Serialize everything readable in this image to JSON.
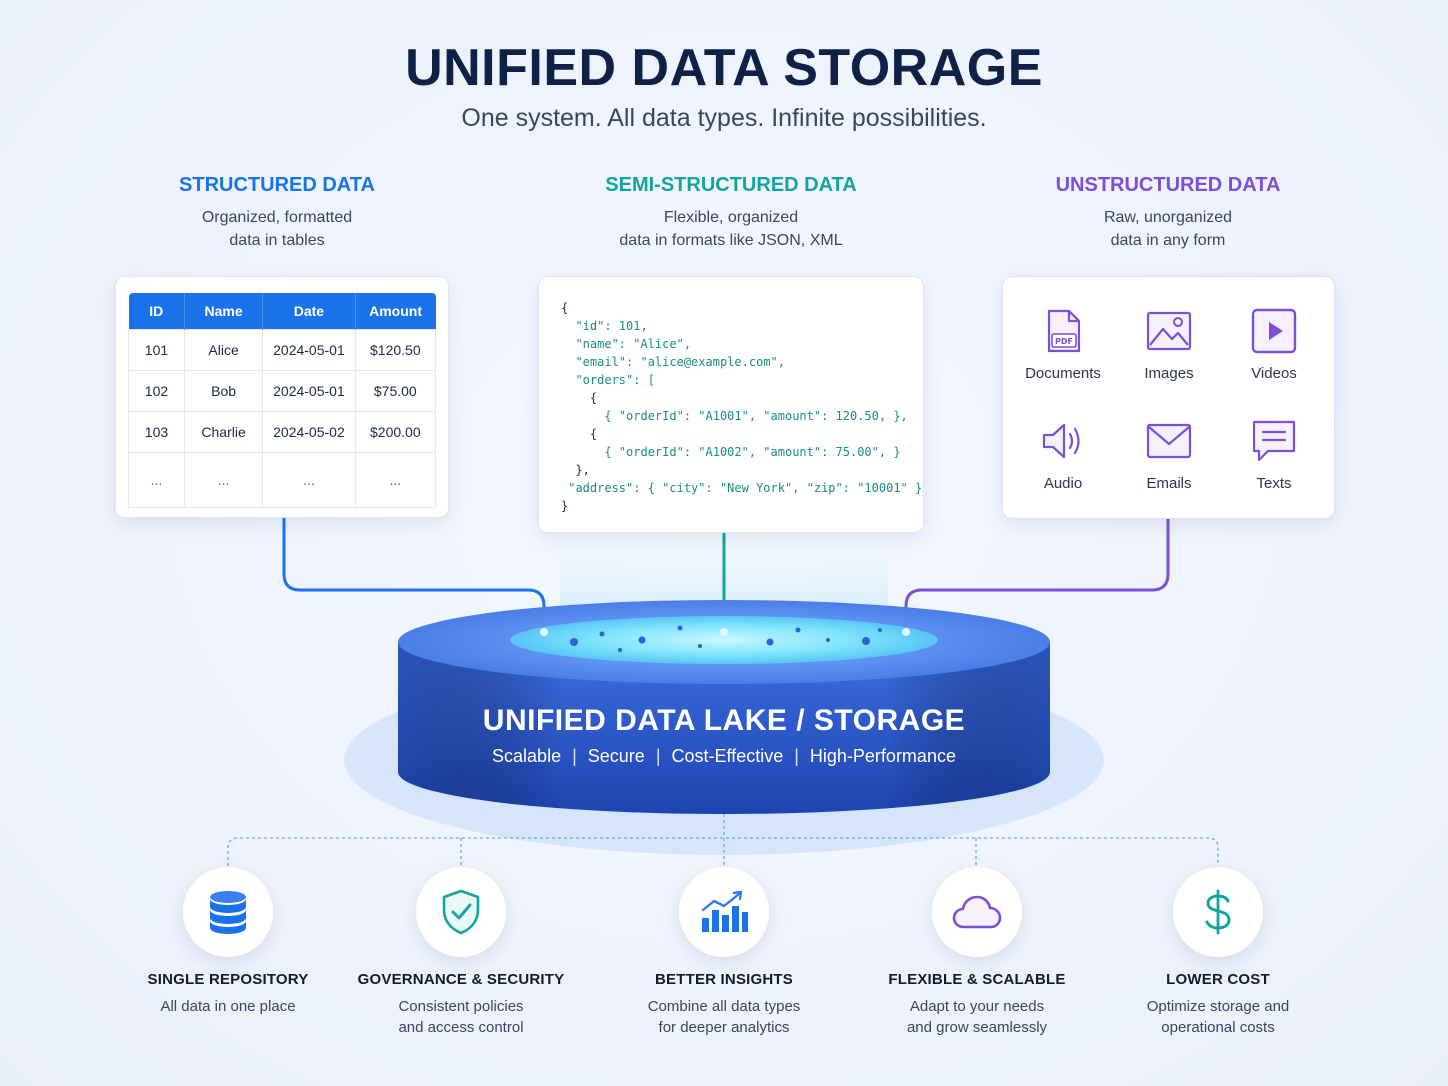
{
  "header": {
    "title": "UNIFIED DATA STORAGE",
    "subtitle": "One system. All data types. Infinite possibilities."
  },
  "structured": {
    "heading": "STRUCTURED DATA",
    "desc_line1": "Organized, formatted",
    "desc_line2": "data in tables",
    "color": "#1a73e8",
    "columns": [
      "ID",
      "Name",
      "Date",
      "Amount"
    ],
    "rows": [
      [
        "101",
        "Alice",
        "2024-05-01",
        "$120.50"
      ],
      [
        "102",
        "Bob",
        "2024-05-01",
        "$75.00"
      ],
      [
        "103",
        "Charlie",
        "2024-05-02",
        "$200.00"
      ],
      [
        "...",
        "...",
        "...",
        "..."
      ]
    ]
  },
  "semi_structured": {
    "heading": "SEMI-STRUCTURED DATA",
    "desc_line1": "Flexible, organized",
    "desc_line2": "data in formats like JSON, XML",
    "color": "#13a3a0",
    "json_lines": [
      "{",
      "  \"id\": 101,",
      "  \"name\": \"Alice\",",
      "  \"email\": \"alice@example.com\",",
      "  \"orders\": [",
      "    {",
      "      { \"orderId\": \"A1001\", \"amount\": 120.50, },",
      "    {",
      "      { \"orderId\": \"A1002\", \"amount\": 75.00\", }",
      "  },",
      " \"address\": { \"city\": \"New York\", \"zip\": \"10001\" }",
      "}"
    ]
  },
  "unstructured": {
    "heading": "UNSTRUCTURED DATA",
    "desc_line1": "Raw, unorganized",
    "desc_line2": "data in any form",
    "color": "#7b4fd6",
    "items": [
      {
        "label": "Documents",
        "icon": "document-icon",
        "badge": "PDF"
      },
      {
        "label": "Images",
        "icon": "image-icon"
      },
      {
        "label": "Videos",
        "icon": "video-icon"
      },
      {
        "label": "Audio",
        "icon": "audio-icon"
      },
      {
        "label": "Emails",
        "icon": "email-icon"
      },
      {
        "label": "Texts",
        "icon": "text-message-icon"
      }
    ]
  },
  "lake": {
    "title": "UNIFIED DATA LAKE / STORAGE",
    "tags": [
      "Scalable",
      "Secure",
      "Cost-Effective",
      "High-Performance"
    ],
    "tag_separator": "|",
    "color": "#2f5fd0"
  },
  "benefits": [
    {
      "title": "SINGLE REPOSITORY",
      "desc_line1": "All data in one place",
      "desc_line2": "",
      "icon": "database-icon"
    },
    {
      "title": "GOVERNANCE & SECURITY",
      "desc_line1": "Consistent policies",
      "desc_line2": "and access control",
      "icon": "shield-check-icon"
    },
    {
      "title": "BETTER INSIGHTS",
      "desc_line1": "Combine all data types",
      "desc_line2": "for deeper analytics",
      "icon": "bar-chart-icon"
    },
    {
      "title": "FLEXIBLE & SCALABLE",
      "desc_line1": "Adapt to your needs",
      "desc_line2": "and grow seamlessly",
      "icon": "cloud-icon"
    },
    {
      "title": "LOWER COST",
      "desc_line1": "Optimize storage and",
      "desc_line2": "operational costs",
      "icon": "dollar-icon"
    }
  ]
}
